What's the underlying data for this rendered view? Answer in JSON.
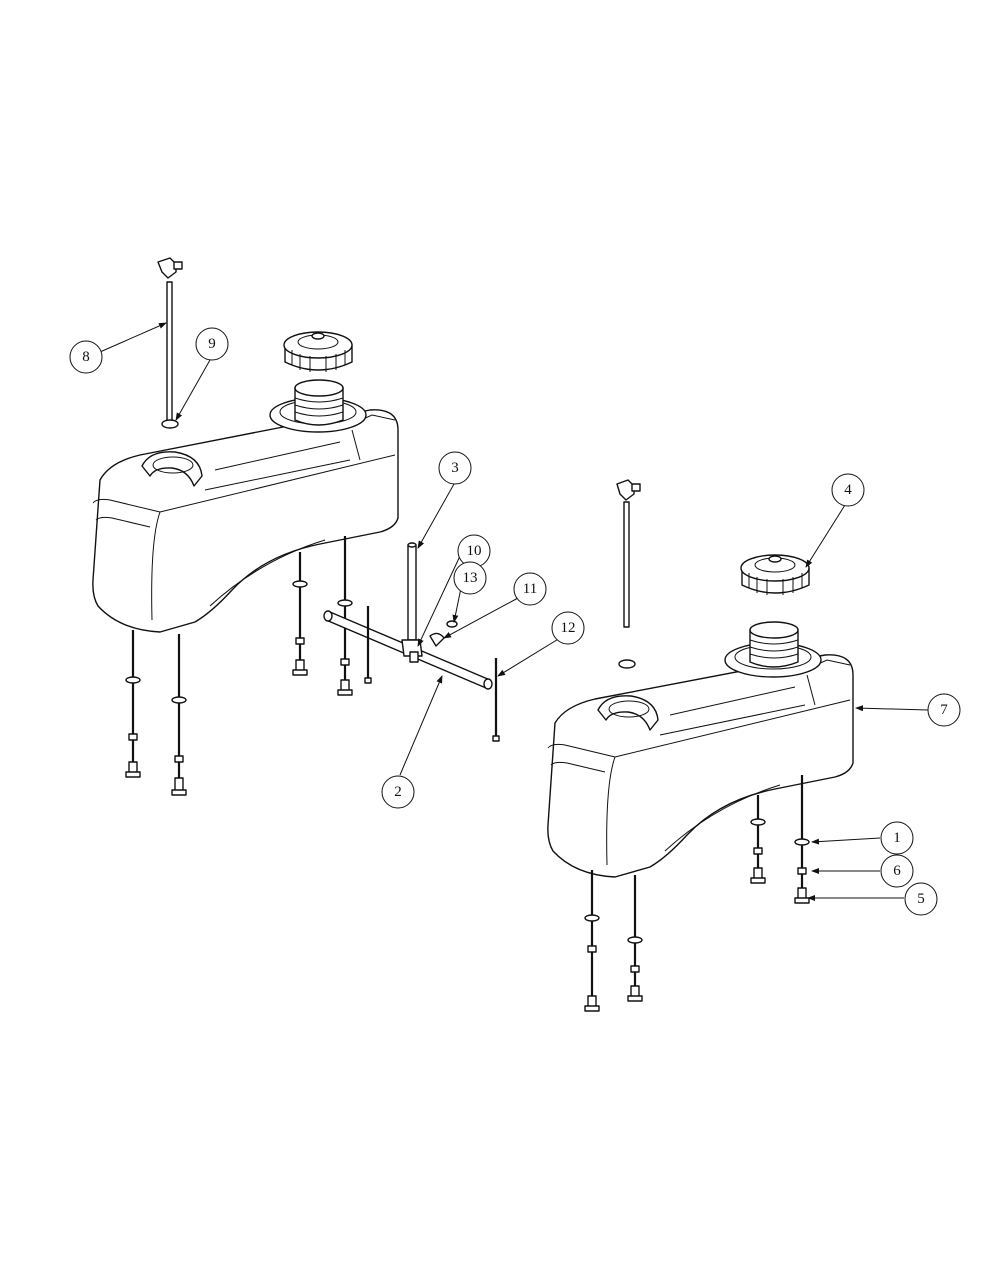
{
  "callouts": [
    {
      "label": "1"
    },
    {
      "label": "2"
    },
    {
      "label": "3"
    },
    {
      "label": "4"
    },
    {
      "label": "5"
    },
    {
      "label": "6"
    },
    {
      "label": "7"
    },
    {
      "label": "8"
    },
    {
      "label": "9"
    },
    {
      "label": "10"
    },
    {
      "label": "11"
    },
    {
      "label": "12"
    },
    {
      "label": "13"
    }
  ],
  "colors": {
    "line": "#111111",
    "background": "#ffffff"
  }
}
